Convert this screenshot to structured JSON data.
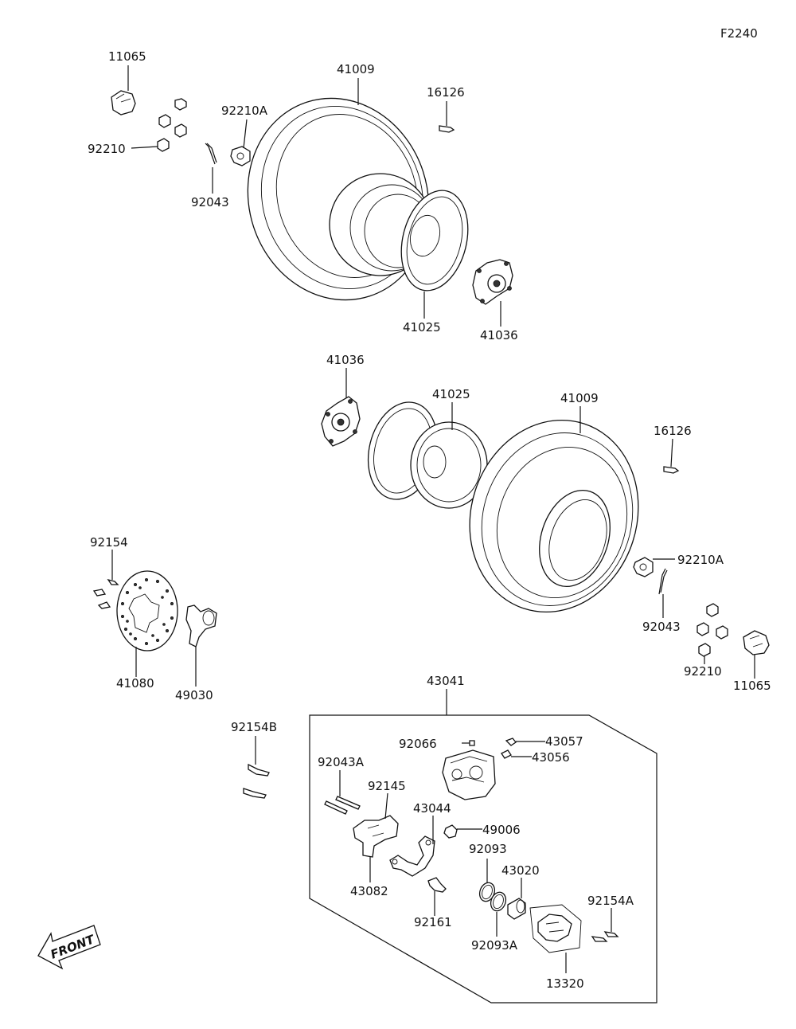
{
  "figure_code": "F2240",
  "front_label": "FRONT",
  "rear_wheel": {
    "lug_cap": "11065",
    "tire": "41009",
    "valve": "16126",
    "hub_nut": "92210A",
    "wheel_nut": "92210",
    "cotter_pin": "92043",
    "rim": "41025",
    "hub": "41036"
  },
  "front_wheel": {
    "hub": "41036",
    "rim": "41025",
    "tire": "41009",
    "valve": "16126",
    "hub_nut": "92210A",
    "cotter_pin": "92043",
    "wheel_nut": "92210",
    "lug_cap": "11065"
  },
  "brake_disc": {
    "bolt": "92154",
    "disc": "41080",
    "hub_part": "49030"
  },
  "caliper_assembly": {
    "assembly": "43041",
    "bolt_b": "92154B",
    "bleeder_cap": "92066",
    "cap": "43057",
    "bleeder_valve": "43056",
    "pin": "92043A",
    "spring": "92145",
    "bracket": "43044",
    "boot": "49006",
    "seal": "92093",
    "piston": "43020",
    "pad_spring": "43082",
    "bushing": "92161",
    "seal_a": "92093A",
    "bolt_a": "92154A",
    "pad": "13320"
  }
}
